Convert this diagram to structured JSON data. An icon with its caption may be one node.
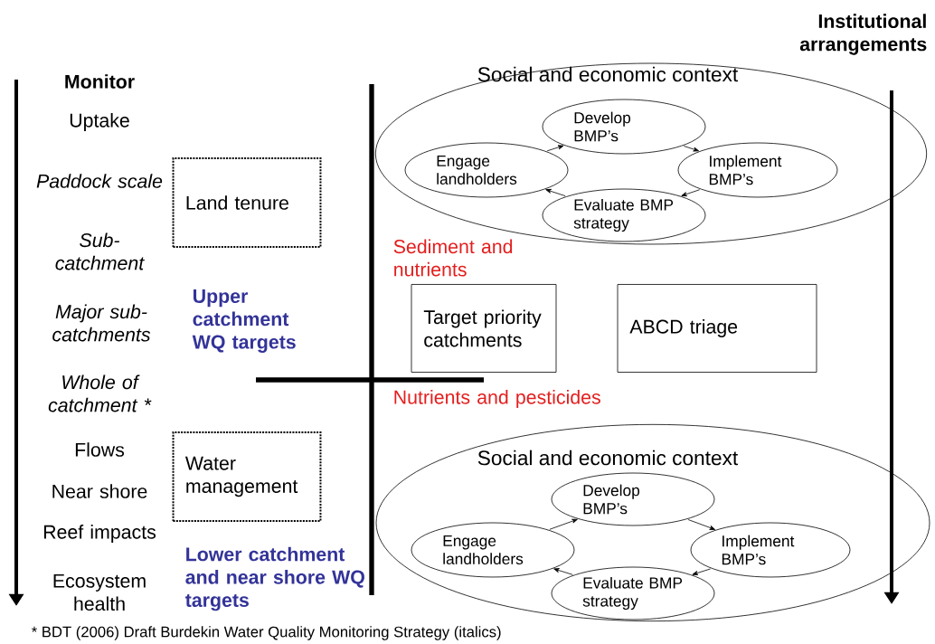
{
  "diagram": {
    "caption": "* BDT (2006) Draft Burdekin Water Quality Monitoring Strategy (italics)",
    "nodes": [
      {
        "text": [
          "Social and economic context"
        ]
      },
      {
        "text": [
          "Develop BMP’s"
        ],
        "in": 0
      },
      {
        "text": [
          "Engage landholders"
        ],
        "in": 0
      },
      {
        "text": [
          "Implement BMP’s"
        ],
        "in": 0
      },
      {
        "text": [
          "Evaluate BMP strategy"
        ],
        "in": 0
      },
      {
        "text": [
          "Land tenure"
        ]
      },
      {
        "text": [
          "Target priority catchments"
        ]
      },
      {
        "text": [
          "ABCD triage"
        ]
      },
      {
        "text": [
          "Water management"
        ]
      },
      {
        "text": [
          "Social and economic context"
        ]
      },
      {
        "text": [
          "Develop BMP’s"
        ],
        "in": 9
      },
      {
        "text": [
          "Engage landholders"
        ],
        "in": 9
      },
      {
        "text": [
          "Implement BMP’s"
        ],
        "in": 9
      },
      {
        "text": [
          "Evaluate BMP strategy"
        ],
        "in": 9
      }
    ],
    "edges": [
      {
        "from": 2,
        "to": 1,
        "arrow": "to"
      },
      {
        "from": 1,
        "to": 3,
        "arrow": "to"
      },
      {
        "from": 3,
        "to": 4,
        "arrow": "to"
      },
      {
        "from": 4,
        "to": 2,
        "arrow": "to"
      },
      {
        "from": 11,
        "to": 10,
        "arrow": "to"
      },
      {
        "from": 10,
        "to": 12,
        "arrow": "to"
      },
      {
        "from": 12,
        "to": 13,
        "arrow": "to"
      },
      {
        "from": 13,
        "to": 11,
        "arrow": "to"
      }
    ],
    "labels": [
      "Institutional arrangements",
      "Monitor",
      "Uptake",
      "Paddock scale",
      "Sub-catchment",
      "Major sub-catchments",
      "Whole of catchment *",
      "Flows",
      "Near shore",
      "Reef impacts",
      "Ecosystem health",
      "Upper catchment WQ targets",
      "Sediment and nutrients",
      "Nutrients and pesticides",
      "Lower catchment and near shore WQ targets"
    ]
  }
}
